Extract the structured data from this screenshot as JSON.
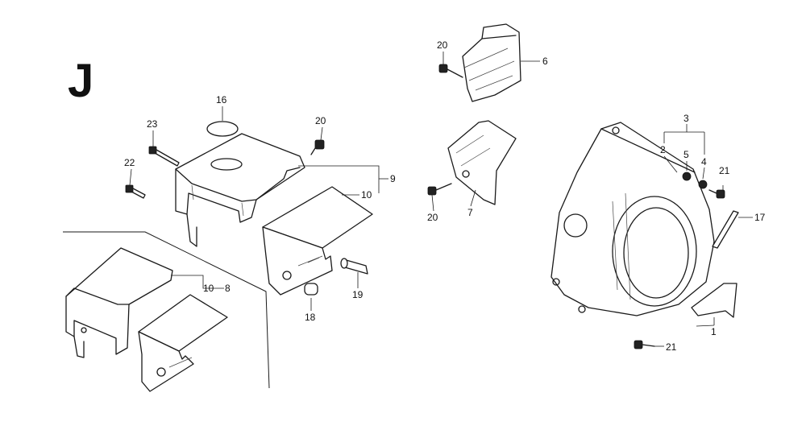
{
  "section": {
    "letter": "J"
  },
  "callouts": [
    {
      "id": "c1",
      "text": "1"
    },
    {
      "id": "c2",
      "text": "2"
    },
    {
      "id": "c3",
      "text": "3"
    },
    {
      "id": "c4",
      "text": "4"
    },
    {
      "id": "c5",
      "text": "5"
    },
    {
      "id": "c6",
      "text": "6"
    },
    {
      "id": "c7",
      "text": "7"
    },
    {
      "id": "c8",
      "text": "8"
    },
    {
      "id": "c9",
      "text": "9"
    },
    {
      "id": "c10a",
      "text": "10"
    },
    {
      "id": "c10b",
      "text": "10"
    },
    {
      "id": "c16",
      "text": "16"
    },
    {
      "id": "c17",
      "text": "17"
    },
    {
      "id": "c18",
      "text": "18"
    },
    {
      "id": "c19",
      "text": "19"
    },
    {
      "id": "c20a",
      "text": "20"
    },
    {
      "id": "c20b",
      "text": "20"
    },
    {
      "id": "c20c",
      "text": "20"
    },
    {
      "id": "c21a",
      "text": "21"
    },
    {
      "id": "c21b",
      "text": "21"
    },
    {
      "id": "c22",
      "text": "22"
    },
    {
      "id": "c23",
      "text": "23"
    }
  ]
}
